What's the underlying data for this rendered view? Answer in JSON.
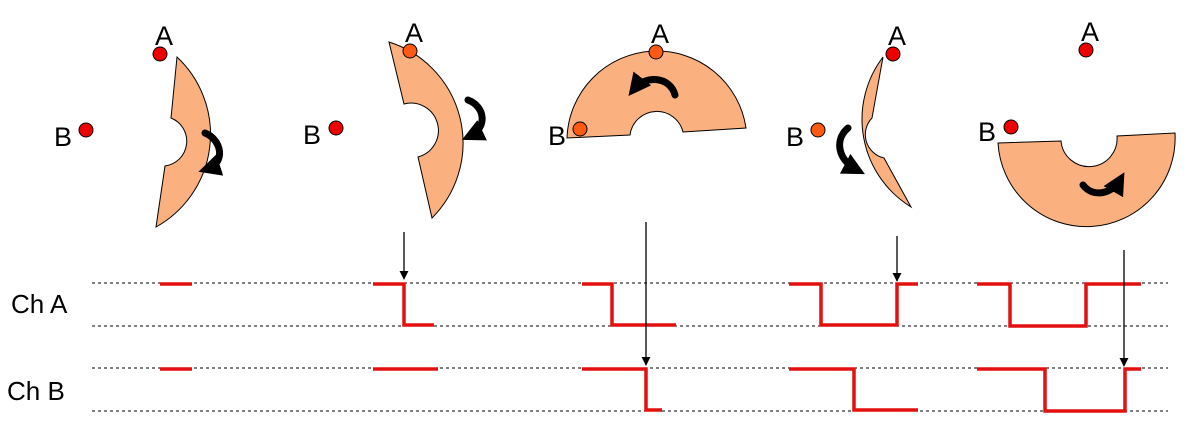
{
  "colors": {
    "disc_fill": "#fbb07f",
    "sensor_idle": "#ee0000",
    "sensor_covered": "#ff5a14",
    "signal": "#e41010",
    "ink": "#000000"
  },
  "sensor_labels": {
    "a": "A",
    "b": "B"
  },
  "channels": [
    {
      "id": "ch-a",
      "label": "Ch A"
    },
    {
      "id": "ch-b",
      "label": "Ch B"
    }
  ],
  "frames": [
    {
      "sensor_a": "idle",
      "sensor_b": "idle"
    },
    {
      "sensor_a": "covered",
      "sensor_b": "idle"
    },
    {
      "sensor_a": "covered",
      "sensor_b": "covered"
    },
    {
      "sensor_a": "idle",
      "sensor_b": "covered"
    },
    {
      "sensor_a": "idle",
      "sensor_b": "idle"
    }
  ]
}
